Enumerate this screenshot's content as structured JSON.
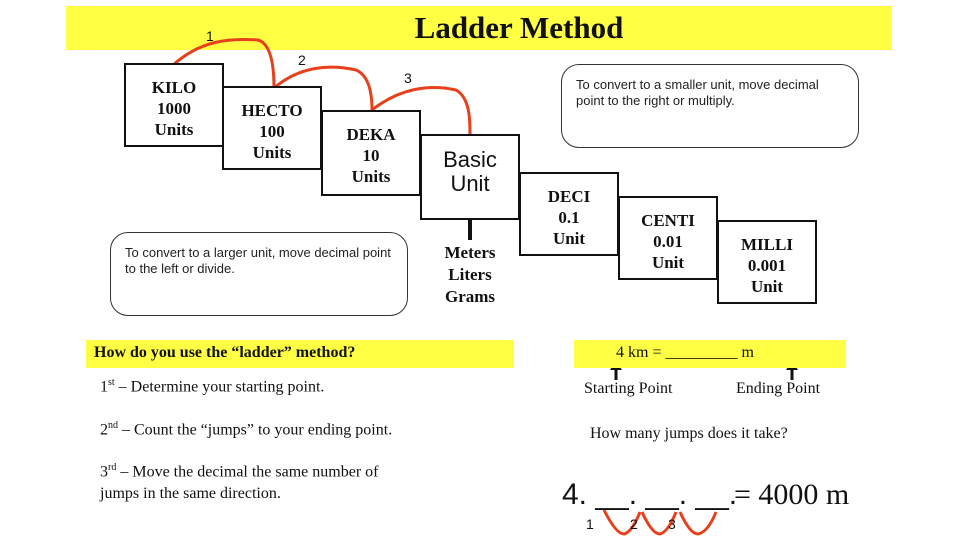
{
  "title": "Ladder Method",
  "boxes": {
    "kilo": {
      "l1": "KILO",
      "l2": "1000",
      "l3": "Units"
    },
    "hecto": {
      "l1": "HECTO",
      "l2": "100",
      "l3": "Units"
    },
    "deka": {
      "l1": "DEKA",
      "l2": "10",
      "l3": "Units"
    },
    "basic": {
      "l1": "Basic",
      "l2": "Unit"
    },
    "deci": {
      "l1": "DECI",
      "l2": "0.1",
      "l3": "Unit"
    },
    "centi": {
      "l1": "CENTI",
      "l2": "0.01",
      "l3": "Unit"
    },
    "milli": {
      "l1": "MILLI",
      "l2": "0.001",
      "l3": "Unit"
    }
  },
  "jumps": [
    "1",
    "2",
    "3"
  ],
  "callouts": {
    "smaller": "To convert to a smaller unit, move decimal  point to the right or multiply.",
    "larger": "To convert to a larger unit, move decimal  point to the left or divide."
  },
  "basic_units": [
    "Meters",
    "Liters",
    "Grams"
  ],
  "question": "How do you use the “ladder” method?",
  "steps": [
    {
      "ord": "1",
      "sup": "st",
      "text": " – Determine your starting point."
    },
    {
      "ord": "2",
      "sup": "nd",
      "text": " – Count the “jumps” to your ending point."
    },
    {
      "ord": "3",
      "sup": "rd",
      "text": " – Move the decimal the same number of",
      "text2": "jumps in the same direction."
    }
  ],
  "example": {
    "equation": "4 km = _________ m",
    "start_label": "Starting Point",
    "end_label": "Ending Point",
    "question": "How many jumps does it take?",
    "answer_left": "4. __. __. __.",
    "answer_right": "= 4000 m",
    "jump_labels": [
      "1",
      "2",
      "3"
    ]
  },
  "colors": {
    "highlight": "#ffff44",
    "jump_arc": "#e8401c"
  }
}
